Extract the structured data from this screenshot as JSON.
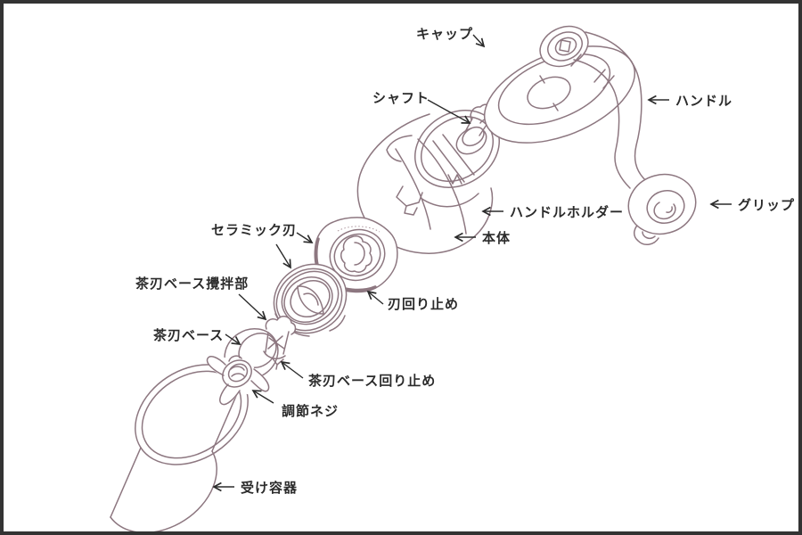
{
  "diagram": {
    "subject": "hand-mill exploded parts diagram",
    "background": "#ffffff",
    "frame_color": "#333333",
    "line_color": "#8d7780",
    "label_color": "#2b2b2b",
    "parts": [
      {
        "id": "cap",
        "label": "キャップ"
      },
      {
        "id": "shaft",
        "label": "シャフト"
      },
      {
        "id": "handle",
        "label": "ハンドル"
      },
      {
        "id": "grip",
        "label": "グリップ"
      },
      {
        "id": "handle-holder",
        "label": "ハンドルホルダー"
      },
      {
        "id": "body",
        "label": "本体"
      },
      {
        "id": "ceramic-blade",
        "label": "セラミック刃"
      },
      {
        "id": "blade-stopper",
        "label": "刃回り止め"
      },
      {
        "id": "tea-blade-base-agitator",
        "label": "茶刃ベース攪拌部"
      },
      {
        "id": "tea-blade-base",
        "label": "茶刃ベース"
      },
      {
        "id": "tea-blade-base-stopper",
        "label": "茶刃ベース回り止め"
      },
      {
        "id": "adjustment-screw",
        "label": "調節ネジ"
      },
      {
        "id": "receiving-container",
        "label": "受け容器"
      }
    ]
  }
}
